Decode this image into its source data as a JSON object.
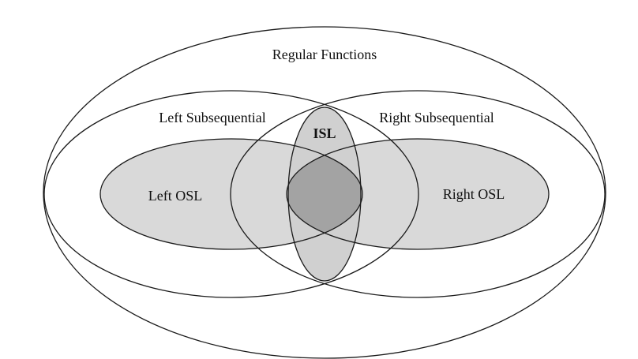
{
  "diagram": {
    "labels": {
      "regular": "Regular Functions",
      "left_subsequential": "Left Subsequential",
      "right_subsequential": "Right Subsequential",
      "isl": "ISL",
      "left_osl": "Left OSL",
      "right_osl": "Right OSL"
    },
    "colors": {
      "osl_fill": "#d9d9d9",
      "isl_fill": "#d0d0d0",
      "overlap_fill": "#a3a3a3",
      "stroke": "#1a1a1a"
    }
  }
}
